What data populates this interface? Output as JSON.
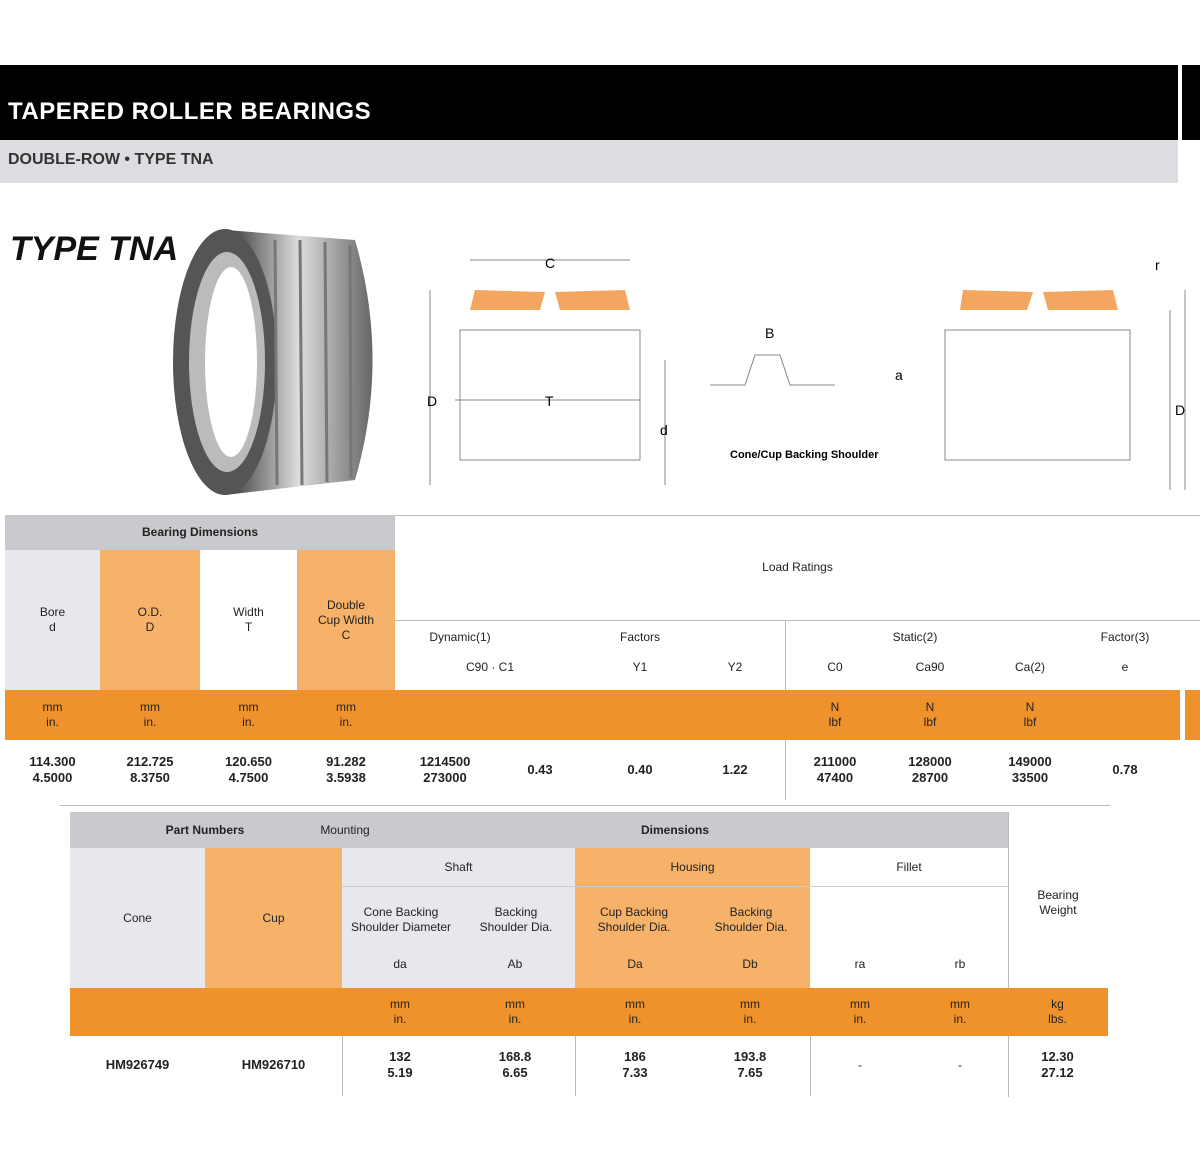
{
  "header": {
    "title": "TAPERED ROLLER BEARINGS",
    "subtitle": "DOUBLE-ROW • TYPE TNA"
  },
  "type_label": "TYPE TNA",
  "diagram": {
    "labels": {
      "C": "C",
      "T": "T",
      "D": "D",
      "d": "d",
      "B": "B",
      "a": "a",
      "r": "r",
      "Db": "D",
      "note": "Cone/Cup Backing Shoulder"
    }
  },
  "table1": {
    "group_header": "Bearing Dimensions",
    "load_header": "Load Ratings",
    "cols": [
      {
        "label": "Bore\nd",
        "unit": "mm\nin."
      },
      {
        "label": "O.D.\nD",
        "unit": "mm\nin."
      },
      {
        "label": "Width\nT",
        "unit": "mm\nin."
      },
      {
        "label": "Double\nCup Width\nC",
        "unit": "mm\nin."
      }
    ],
    "dynamic_header": "Dynamic(1)",
    "dynamic_sub": "C90 · C1",
    "factors_header": "Factors",
    "factors": [
      "Y1",
      "Y2"
    ],
    "static_header": "Static(2)",
    "static_cols": [
      {
        "label": "C0",
        "unit": "N\nlbf"
      },
      {
        "label": "Ca90",
        "unit": "N\nlbf"
      },
      {
        "label": "Ca(2)",
        "unit": "N\nlbf"
      }
    ],
    "e_header": "Factor(3)",
    "e_label": "e",
    "row": {
      "bore": "114.300\n4.5000",
      "od": "212.725\n8.3750",
      "width": "120.650\n4.7500",
      "cupw": "91.282\n3.5938",
      "dyn": "1214500\n273000",
      "c1": "0.43",
      "y1": "0.40",
      "y2": "1.22",
      "c0": "211000\n47400",
      "ca90": "128000\n28700",
      "ca": "149000\n33500",
      "e": "0.78"
    }
  },
  "table2": {
    "header_left": "Part Numbers",
    "header_mid": "Mounting",
    "header_right": "Dimensions",
    "cone": "Cone",
    "cup": "Cup",
    "shaft": "Shaft",
    "housing": "Housing",
    "fillet": "Fillet",
    "cols": [
      {
        "label": "Cone Backing\nShoulder Diameter",
        "sym": "da",
        "unit": "mm\nin."
      },
      {
        "label": "Backing\nShoulder Dia.",
        "sym": "Ab",
        "unit": "mm\nin."
      },
      {
        "label": "Cup Backing\nShoulder Dia.",
        "sym": "Da",
        "unit": "mm\nin."
      },
      {
        "label": "Backing\nShoulder Dia.",
        "sym": "Db",
        "unit": "mm\nin."
      },
      {
        "label": "",
        "sym": "ra",
        "unit": "mm\nin."
      },
      {
        "label": "",
        "sym": "rb",
        "unit": "mm\nin."
      }
    ],
    "weight": "Bearing\nWeight",
    "weight_unit": "kg\nlbs.",
    "row": {
      "cone": "HM926749",
      "cup": "HM926710",
      "v": [
        "132\n5.19",
        "168.8\n6.65",
        "186\n7.33",
        "193.8\n7.65",
        "-",
        "-"
      ],
      "w": "12.30\n27.12"
    }
  },
  "colors": {
    "orange": "#f0922b",
    "light_orange": "#f7b26a",
    "gray": "#c8cacd",
    "black": "#000000"
  }
}
